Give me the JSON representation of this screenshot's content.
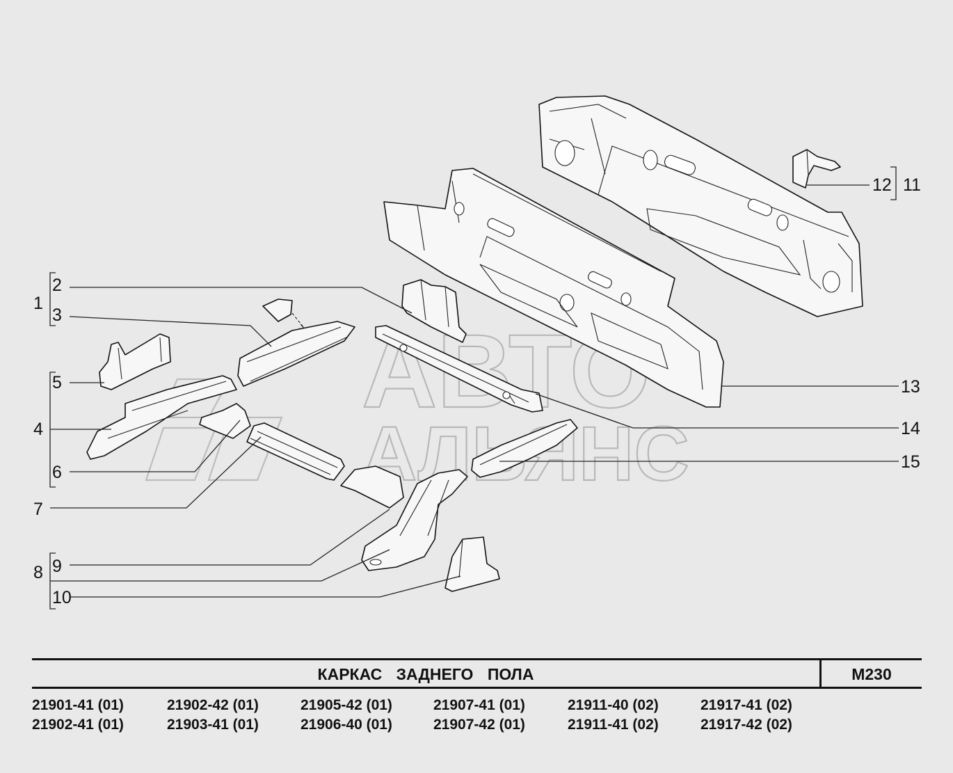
{
  "callouts": {
    "c1": "1",
    "c2": "2",
    "c3": "3",
    "c4": "4",
    "c5": "5",
    "c6": "6",
    "c7": "7",
    "c8": "8",
    "c9": "9",
    "c10": "10",
    "c11": "11",
    "c12": "12",
    "c13": "13",
    "c14": "14",
    "c15": "15"
  },
  "watermark": {
    "line1": "АВТО",
    "line2": "АЛЬЯНС"
  },
  "title_block": {
    "title": "КАРКАС   ЗАДНЕГО   ПОЛА",
    "code": "М230"
  },
  "models": [
    "21901-41 (01)",
    "21902-41 (01)",
    "21902-42 (01)",
    "21903-41 (01)",
    "21905-42 (01)",
    "21906-40 (01)",
    "21907-41 (01)",
    "21907-42 (01)",
    "21911-40 (02)",
    "21911-41 (02)",
    "21917-41 (02)",
    "21917-42 (02)"
  ]
}
